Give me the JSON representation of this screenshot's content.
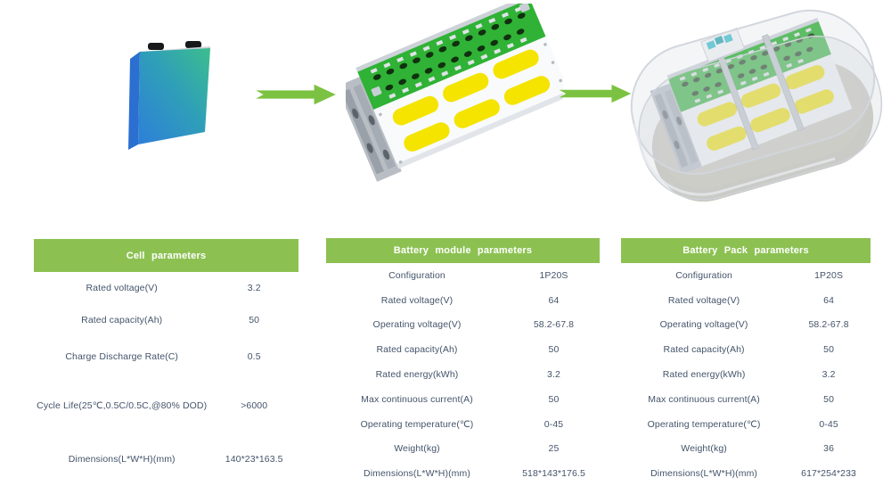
{
  "colors": {
    "header_green": "#8CC152",
    "arrow_green": "#7CC242",
    "text_dark": "#44546A",
    "cell_blue": "#2E7FD9",
    "cell_teal": "#3CBE8E",
    "pcb_green": "#2FB235",
    "sticker_yellow": "#F4E400",
    "metal_gray": "#B9BEC5"
  },
  "flow": {
    "cell_illustration": "prismatic-battery-cell",
    "module_illustration": "battery-module",
    "pack_illustration": "battery-pack-capsule",
    "arrow_icon": "right-arrow"
  },
  "tables": [
    {
      "title": "Cell parameters",
      "rows": [
        {
          "label": "Rated voltage(V)",
          "value": "3.2"
        },
        {
          "label": "Rated capacity(Ah)",
          "value": "50"
        },
        {
          "label": "Charge Discharge Rate(C)",
          "value": "0.5"
        },
        {
          "label": "Cycle Life(25℃,0.5C/0.5C,@80% DOD)",
          "value": ">6000"
        },
        {
          "label": "Dimensions(L*W*H)(mm)",
          "value": "140*23*163.5"
        }
      ]
    },
    {
      "title": "Battery module parameters",
      "rows": [
        {
          "label": "Configuration",
          "value": "1P20S"
        },
        {
          "label": "Rated voltage(V)",
          "value": "64"
        },
        {
          "label": "Operating voltage(V)",
          "value": "58.2-67.8"
        },
        {
          "label": "Rated capacity(Ah)",
          "value": "50"
        },
        {
          "label": "Rated energy(kWh)",
          "value": "3.2"
        },
        {
          "label": "Max continuous current(A)",
          "value": "50"
        },
        {
          "label": "Operating temperature(℃)",
          "value": "0-45"
        },
        {
          "label": "Weight(kg)",
          "value": "25"
        },
        {
          "label": "Dimensions(L*W*H)(mm)",
          "value": "518*143*176.5"
        }
      ]
    },
    {
      "title": "Battery Pack parameters",
      "rows": [
        {
          "label": "Configuration",
          "value": "1P20S"
        },
        {
          "label": "Rated voltage(V)",
          "value": "64"
        },
        {
          "label": "Operating voltage(V)",
          "value": "58.2-67.8"
        },
        {
          "label": "Rated capacity(Ah)",
          "value": "50"
        },
        {
          "label": "Rated energy(kWh)",
          "value": "3.2"
        },
        {
          "label": "Max continuous current(A)",
          "value": "50"
        },
        {
          "label": "Operating temperature(℃)",
          "value": "0-45"
        },
        {
          "label": "Weight(kg)",
          "value": "36"
        },
        {
          "label": "Dimensions(L*W*H)(mm)",
          "value": "617*254*233"
        }
      ]
    }
  ]
}
